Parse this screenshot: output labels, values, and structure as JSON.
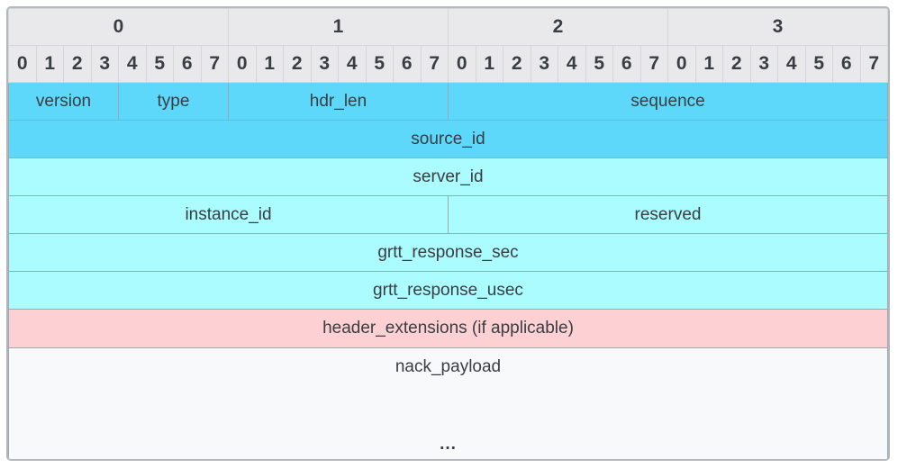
{
  "colors": {
    "primary_bg": "#5dd8fb",
    "secondary_bg": "#abfcff",
    "extension_bg": "#fdd1d4",
    "payload_bg": "#f8f9fb",
    "header_bg": "#e9e9ec",
    "grid_line": "#9fa6ad",
    "header_grid_line": "#d4d6da",
    "frame_border": "#b4b8bd",
    "text_color": "#3a3d41"
  },
  "header": {
    "bytes": [
      "0",
      "1",
      "2",
      "3"
    ],
    "bits": [
      "0",
      "1",
      "2",
      "3",
      "4",
      "5",
      "6",
      "7"
    ]
  },
  "rows": [
    {
      "style": "primary",
      "cells": [
        {
          "label": "version",
          "span": 4
        },
        {
          "label": "type",
          "span": 4
        },
        {
          "label": "hdr_len",
          "span": 8
        },
        {
          "label": "sequence",
          "span": 16
        }
      ]
    },
    {
      "style": "primary",
      "cells": [
        {
          "label": "source_id",
          "span": 32
        }
      ]
    },
    {
      "style": "secondary",
      "cells": [
        {
          "label": "server_id",
          "span": 32
        }
      ]
    },
    {
      "style": "secondary",
      "cells": [
        {
          "label": "instance_id",
          "span": 16
        },
        {
          "label": "reserved",
          "span": 16
        }
      ]
    },
    {
      "style": "secondary",
      "cells": [
        {
          "label": "grtt_response_sec",
          "span": 32
        }
      ]
    },
    {
      "style": "secondary",
      "cells": [
        {
          "label": "grtt_response_usec",
          "span": 32
        }
      ]
    },
    {
      "style": "extension",
      "cells": [
        {
          "label": "header_extensions (if applicable)",
          "span": 32
        }
      ]
    },
    {
      "style": "payload",
      "cells": [
        {
          "label": "nack_payload",
          "span": 32
        }
      ],
      "ellipsis": "..."
    }
  ]
}
